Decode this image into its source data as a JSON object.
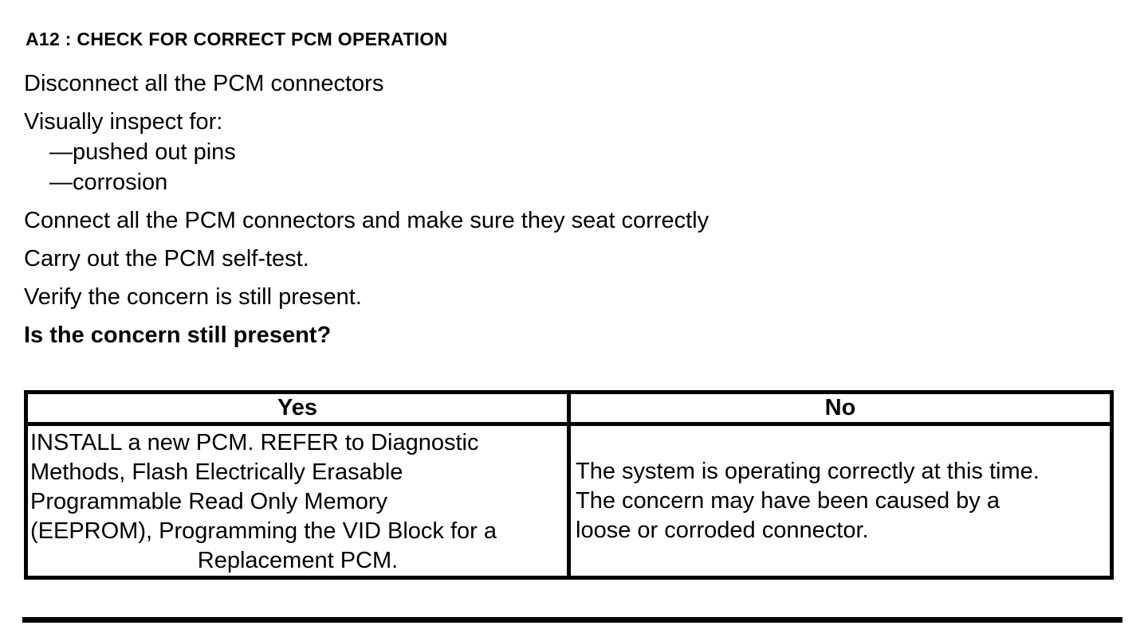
{
  "procedure": {
    "title": "A12 : CHECK FOR CORRECT PCM OPERATION",
    "steps": [
      "Disconnect all the PCM connectors",
      "Visually inspect for:",
      "—pushed out pins",
      "—corrosion",
      "Connect all the PCM connectors and make sure they seat correctly",
      "Carry out the PCM self-test.",
      "Verify the concern is still present."
    ],
    "question": "Is the concern still present?",
    "result_table": {
      "headers": [
        "Yes",
        "No"
      ],
      "yes_lines": [
        "INSTALL a new PCM. REFER to Diagnostic",
        "Methods, Flash Electrically Erasable",
        "Programmable Read Only Memory",
        "(EEPROM), Programming the VID Block for a",
        "Replacement PCM."
      ],
      "no_lines": [
        "The system is operating correctly at this time.",
        "The concern may have been caused by a",
        "loose or corroded connector."
      ]
    }
  }
}
